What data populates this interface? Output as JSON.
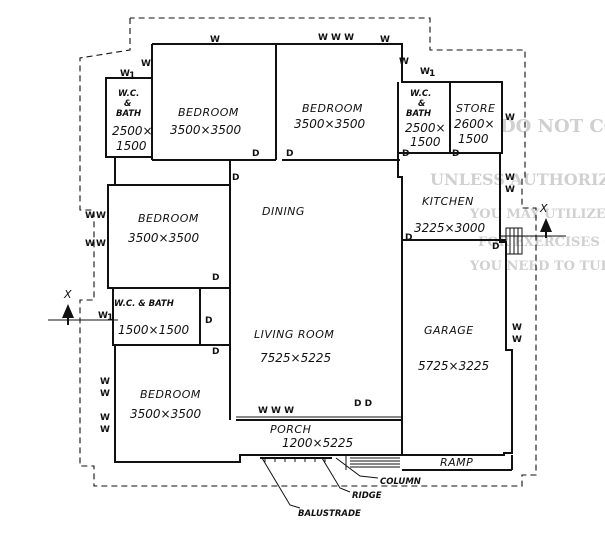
{
  "rooms": {
    "bedroom_top_left": {
      "name": "BEDROOM",
      "size": "3500×3500"
    },
    "bedroom_top_mid": {
      "name": "BEDROOM",
      "size": "3500×3500"
    },
    "wc_bath_left": {
      "name_line1": "W.C.",
      "name_line2": "&",
      "name_line3": "BATH",
      "size_line1": "2500×",
      "size_line2": "1500"
    },
    "wc_bath_right": {
      "name_line1": "W.C.",
      "name_line2": "&",
      "name_line3": "BATH",
      "size_line1": "2500×",
      "size_line2": "1500"
    },
    "store": {
      "name": "STORE",
      "size_line1": "2600×",
      "size_line2": "1500"
    },
    "kitchen": {
      "name": "KITCHEN",
      "size": "3225×3000"
    },
    "dining": {
      "name": "DINING"
    },
    "bedroom_mid_left": {
      "name": "BEDROOM",
      "size": "3500×3500"
    },
    "wc_bath_mid": {
      "name": "W.C. & BATH",
      "size": "1500×1500"
    },
    "living_room": {
      "name": "LIVING ROOM",
      "size": "7525×5225"
    },
    "garage": {
      "name": "GARAGE",
      "size": "5725×3225"
    },
    "bedroom_bottom_left": {
      "name": "BEDROOM",
      "size": "3500×3500"
    },
    "porch": {
      "name": "PORCH",
      "size": "1200×5225"
    },
    "ramp": {
      "name": "RAMP"
    }
  },
  "marks": {
    "window": "W",
    "window_small": "W",
    "window_small_sub": "1",
    "window_double": "W W",
    "window_triple": "W W W",
    "door": "D",
    "door_double": "D D",
    "section": "X"
  },
  "callouts": {
    "column": "COLUMN",
    "ridge": "RIDGE",
    "balustrade": "BALUSTRADE"
  },
  "watermark": {
    "line1": "DO NOT COPY THIS PAGE",
    "line2": "UNLESS AUTHORIZED SO.",
    "line3": "YOU MAY UTILIZE THE MARGIN",
    "line4": "FOR EXERCISES ON THE NEXT PAGE",
    "line5": "YOU NEED TO TURN"
  }
}
